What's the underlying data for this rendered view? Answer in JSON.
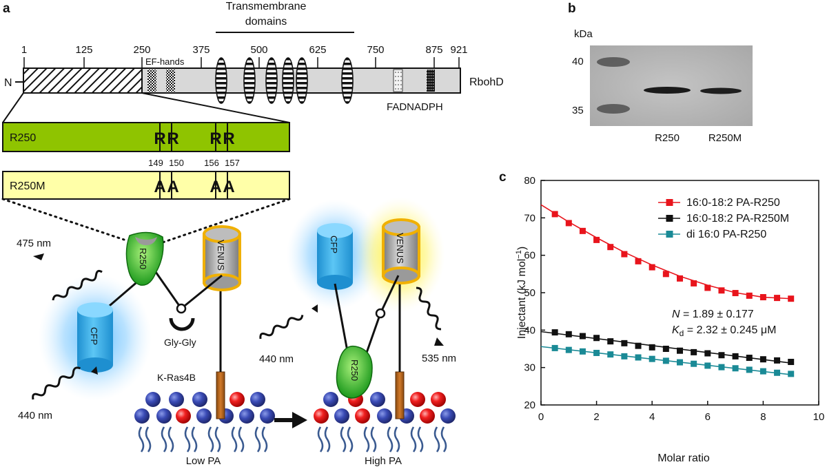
{
  "panels": {
    "a": "a",
    "b": "b",
    "c": "c"
  },
  "panel_a": {
    "tm_label_line1": "Transmembrane",
    "tm_label_line2": "domains",
    "positions": [
      "1",
      "125",
      "250",
      "375",
      "500",
      "625",
      "750",
      "875",
      "921"
    ],
    "n_terminus": "N",
    "ef_hands": "EF-hands",
    "protein": "RbohD",
    "fad_nadph": "FADNADPH",
    "r250": {
      "name": "R250",
      "residues": [
        "R",
        "R",
        "R",
        "R"
      ]
    },
    "r250m": {
      "name": "R250M",
      "residues": [
        "A",
        "A",
        "A",
        "A"
      ]
    },
    "residue_numbers": [
      "149",
      "150",
      "156",
      "157"
    ],
    "sensor": {
      "r250_label": "R250",
      "cfp_label": "CFP",
      "venus_label": "VENUS",
      "linker": "Gly-Gly",
      "anchor": "K-Ras4B",
      "emission_low": "475 nm",
      "excitation": "440 nm",
      "emission_high": "535 nm",
      "state_low": "Low PA",
      "state_high": "High PA"
    },
    "colors": {
      "r250": "#8fc400",
      "r250m": "#ffffa8",
      "arg": "#1f2fa8",
      "ala": "#e01010",
      "cfp": "#29a8e0",
      "venus": "#f0b000",
      "lipid_head": "#3a4bb5",
      "pa_head": "#e01818",
      "domain_grey": "#d8d8d8"
    }
  },
  "panel_b": {
    "unit": "kDa",
    "markers": [
      "40",
      "35"
    ],
    "lanes": [
      "R250",
      "R250M"
    ]
  },
  "chart_data": {
    "type": "scatter",
    "xlabel": "Molar ratio",
    "ylabel_main": "Injectant (kJ mol",
    "ylabel_sup": "−1",
    "ylabel_end": ")",
    "xlim": [
      0,
      10
    ],
    "ylim": [
      20,
      80
    ],
    "xticks": [
      0,
      2,
      4,
      6,
      8,
      10
    ],
    "yticks": [
      20,
      30,
      40,
      50,
      60,
      70,
      80
    ],
    "legend_position": "top-right",
    "annotation": {
      "n_sym": "N",
      "n_text": " = 1.89 ± 0.177",
      "k_sym": "K",
      "k_sub": "d",
      "k_text": " = 2.32 ± 0.245 μM"
    },
    "series": [
      {
        "name": "16:0-18:2 PA-R250",
        "color": "#e8141c",
        "x": [
          0.5,
          1.0,
          1.5,
          2.0,
          2.5,
          3.0,
          3.5,
          4.0,
          4.5,
          5.0,
          5.5,
          6.0,
          6.5,
          7.0,
          7.5,
          8.0,
          8.5,
          9.0
        ],
        "y": [
          71.0,
          68.6,
          66.5,
          64.1,
          62.2,
          60.3,
          58.4,
          56.8,
          55.0,
          53.8,
          52.5,
          51.3,
          50.6,
          49.9,
          49.2,
          48.8,
          48.6,
          48.4
        ],
        "fit_x": [
          0.0,
          1.0,
          2.0,
          3.0,
          4.0,
          5.0,
          6.0,
          7.0,
          8.0,
          9.0
        ],
        "fit_y": [
          73.5,
          68.9,
          64.7,
          60.8,
          57.4,
          54.4,
          52.0,
          50.0,
          48.8,
          48.4
        ]
      },
      {
        "name": "16:0-18:2 PA-R250M",
        "color": "#111111",
        "x": [
          0.5,
          1.0,
          1.5,
          2.0,
          2.5,
          3.0,
          3.5,
          4.0,
          4.5,
          5.0,
          5.5,
          6.0,
          6.5,
          7.0,
          7.5,
          8.0,
          8.5,
          9.0
        ],
        "y": [
          39.4,
          38.9,
          38.4,
          37.9,
          37.0,
          36.5,
          35.8,
          35.4,
          35.0,
          34.5,
          34.1,
          33.8,
          33.3,
          33.0,
          32.6,
          32.2,
          31.9,
          31.5
        ],
        "fit_x": [
          0.0,
          9.0
        ],
        "fit_y": [
          39.6,
          31.2
        ]
      },
      {
        "name": "di 16:0 PA-R250",
        "color": "#1a8a96",
        "x": [
          0.5,
          1.0,
          1.5,
          2.0,
          2.5,
          3.0,
          3.5,
          4.0,
          4.5,
          5.0,
          5.5,
          6.0,
          6.5,
          7.0,
          7.5,
          8.0,
          8.5,
          9.0
        ],
        "y": [
          35.2,
          34.7,
          34.3,
          33.9,
          33.5,
          33.0,
          32.7,
          32.3,
          31.8,
          31.4,
          31.0,
          30.5,
          30.1,
          29.8,
          29.4,
          29.0,
          28.6,
          28.3
        ],
        "fit_x": [
          0.0,
          9.0
        ],
        "fit_y": [
          35.6,
          28.1
        ]
      }
    ]
  }
}
